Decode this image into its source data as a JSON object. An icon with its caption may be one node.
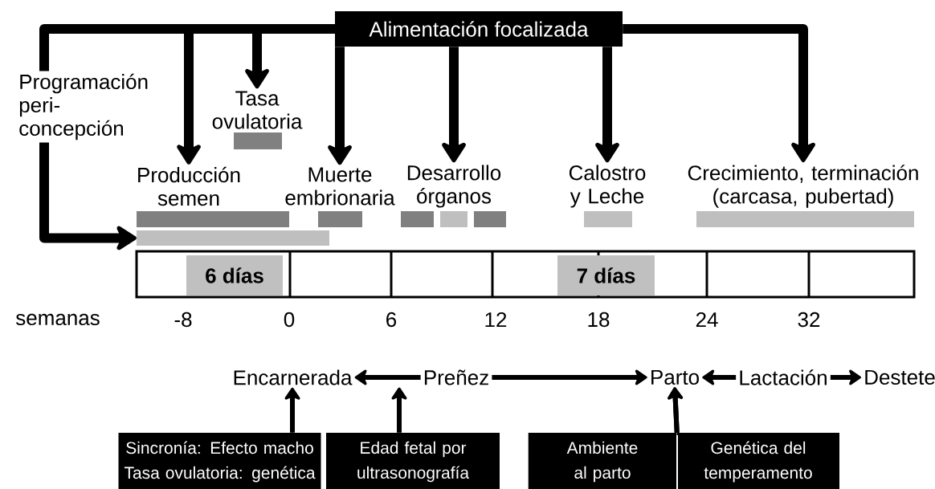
{
  "diagram": {
    "nodes": [
      {
        "text": [
          "Alimentación focalizada"
        ]
      },
      {
        "text": [
          "Programación peri-concepción"
        ]
      },
      {
        "text": [
          "Tasa ovulatoria"
        ]
      },
      {
        "text": [
          "Producción semen"
        ]
      },
      {
        "text": [
          "Muerte embrionaria"
        ]
      },
      {
        "text": [
          "Desarrollo órganos"
        ]
      },
      {
        "text": [
          "Calostro y Leche"
        ]
      },
      {
        "text": [
          "Crecimiento, terminación (carcasa, pubertad)"
        ]
      },
      {
        "text": [],
        "shape": "bar"
      },
      {
        "text": [],
        "shape": "bar"
      },
      {
        "text": [],
        "shape": "bar"
      },
      {
        "text": [],
        "shape": "bar"
      },
      {
        "text": [],
        "shape": "bar"
      },
      {
        "text": [],
        "shape": "bar"
      },
      {
        "text": [],
        "shape": "bar"
      },
      {
        "text": [],
        "shape": "bar"
      },
      {
        "text": [],
        "shape": "bar"
      },
      {
        "text": [
          "6 días"
        ]
      },
      {
        "text": [
          "7 días"
        ]
      },
      {
        "text": [
          "Encarnerada"
        ]
      },
      {
        "text": [
          "Preñez"
        ]
      },
      {
        "text": [
          "Parto"
        ]
      },
      {
        "text": [
          "Lactación"
        ]
      },
      {
        "text": [
          "Destete"
        ]
      },
      {
        "text": [
          "Sincronía: Efecto macho",
          "Tasa ovulatoria: genética"
        ]
      },
      {
        "text": [
          "Edad fetal por ultrasonografía"
        ]
      },
      {
        "text": [
          "Ambiente al parto"
        ]
      },
      {
        "text": [
          "Genética del temperamento"
        ]
      }
    ],
    "edges": [
      {
        "from": 0,
        "to": 1,
        "arrow": "none",
        "style": "thick"
      },
      {
        "from": 1,
        "to": 16,
        "arrow": "to",
        "style": "thick"
      },
      {
        "from": 0,
        "to": 3,
        "arrow": "to",
        "style": "thick"
      },
      {
        "from": 0,
        "to": 2,
        "arrow": "to",
        "style": "thick"
      },
      {
        "from": 0,
        "to": 4,
        "arrow": "to",
        "style": "thick"
      },
      {
        "from": 0,
        "to": 5,
        "arrow": "to",
        "style": "thick"
      },
      {
        "from": 0,
        "to": 6,
        "arrow": "to",
        "style": "thick"
      },
      {
        "from": 0,
        "to": 7,
        "arrow": "to",
        "style": "thick"
      },
      {
        "from": 20,
        "to": 19,
        "arrow": "to"
      },
      {
        "from": 20,
        "to": 21,
        "arrow": "to"
      },
      {
        "from": 22,
        "to": 21,
        "arrow": "to"
      },
      {
        "from": 22,
        "to": 23,
        "arrow": "to"
      },
      {
        "from": 24,
        "to": 19,
        "arrow": "to"
      },
      {
        "from": 25,
        "to": 20,
        "arrow": "to"
      },
      {
        "from": 26,
        "to": 21,
        "arrow": "to"
      },
      {
        "from": 27,
        "to": 21,
        "arrow": "to"
      }
    ],
    "labels": [
      "semanas",
      "-8",
      "0",
      "6",
      "12",
      "18",
      "24",
      "32"
    ]
  }
}
